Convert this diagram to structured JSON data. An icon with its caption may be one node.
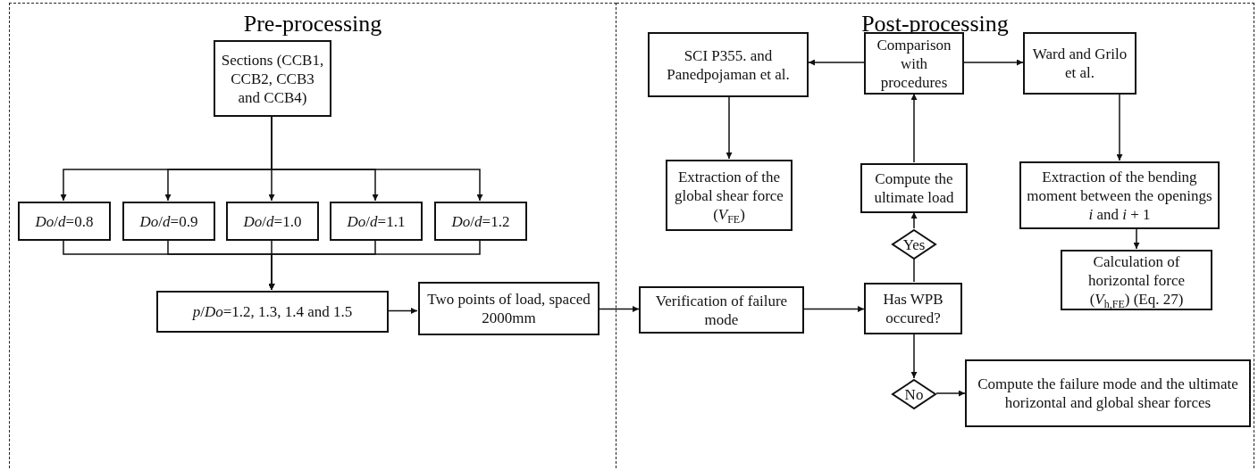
{
  "diagram": {
    "nodes": [
      {
        "text": [
          "Pre-processing"
        ]
      },
      {
        "text": [
          "Post-processing"
        ]
      },
      {
        "text": [
          "Sections (CCB1, CCB2, CCB3 and CCB4)"
        ],
        "in": 0
      },
      {
        "text": [
          "*Do*/*d*=0.8"
        ],
        "in": 0
      },
      {
        "text": [
          "*Do*/*d*=0.9"
        ],
        "in": 0
      },
      {
        "text": [
          "*Do*/*d*=1.0"
        ],
        "in": 0
      },
      {
        "text": [
          "*Do*/*d*=1.1"
        ],
        "in": 0
      },
      {
        "text": [
          "*Do*/*d*=1.2"
        ],
        "in": 0
      },
      {
        "text": [
          "*p*/*Do*=1.2, 1.3, 1.4 and 1.5"
        ],
        "in": 0
      },
      {
        "text": [
          "Two points of load, spaced 2000mm"
        ],
        "in": 0
      },
      {
        "text": [
          "Verification of failure mode"
        ],
        "in": 1
      },
      {
        "text": [
          "Has WPB occured?"
        ],
        "in": 1
      },
      {
        "text": [
          "Yes"
        ],
        "in": 1
      },
      {
        "text": [
          "No"
        ],
        "in": 1
      },
      {
        "text": [
          "Compute the ultimate load"
        ],
        "in": 1
      },
      {
        "text": [
          "Comparison with procedures"
        ],
        "in": 1
      },
      {
        "text": [
          "SCI P355. and Panedpojaman et al."
        ],
        "in": 1
      },
      {
        "text": [
          "Ward and Grilo et al."
        ],
        "in": 1
      },
      {
        "text": [
          "Extraction of the global shear force (*V*$_{FE}$)"
        ],
        "in": 1
      },
      {
        "text": [
          "Extraction of the bending moment between the openings *i* and *i* + 1"
        ],
        "in": 1
      },
      {
        "text": [
          "Calculation of horizontal force (*V*$_{h,FE}$) (Eq. 27)"
        ],
        "in": 1
      },
      {
        "text": [
          "Compute the failure mode and the ultimate horizontal and global shear forces"
        ],
        "in": 1
      }
    ],
    "edges": [
      {
        "from": 2,
        "to": 3,
        "arrow": "to"
      },
      {
        "from": 2,
        "to": 4,
        "arrow": "to"
      },
      {
        "from": 2,
        "to": 5,
        "arrow": "to"
      },
      {
        "from": 2,
        "to": 6,
        "arrow": "to"
      },
      {
        "from": 2,
        "to": 7,
        "arrow": "to"
      },
      {
        "from": 3,
        "to": 8,
        "arrow": "to"
      },
      {
        "from": 4,
        "to": 8,
        "arrow": "to"
      },
      {
        "from": 5,
        "to": 8,
        "arrow": "to"
      },
      {
        "from": 6,
        "to": 8,
        "arrow": "to"
      },
      {
        "from": 7,
        "to": 8,
        "arrow": "to"
      },
      {
        "from": 8,
        "to": 9,
        "arrow": "to"
      },
      {
        "from": 9,
        "to": 10,
        "arrow": "to"
      },
      {
        "from": 10,
        "to": 11,
        "arrow": "to"
      },
      {
        "from": 11,
        "to": 12,
        "arrow": "none"
      },
      {
        "from": 12,
        "to": 14,
        "arrow": "to"
      },
      {
        "from": 14,
        "to": 15,
        "arrow": "to"
      },
      {
        "from": 15,
        "to": 16,
        "arrow": "to"
      },
      {
        "from": 15,
        "to": 17,
        "arrow": "to"
      },
      {
        "from": 16,
        "to": 18,
        "arrow": "to"
      },
      {
        "from": 17,
        "to": 19,
        "arrow": "to"
      },
      {
        "from": 19,
        "to": 20,
        "arrow": "to"
      },
      {
        "from": 11,
        "to": 13,
        "arrow": "to"
      },
      {
        "from": 13,
        "to": 21,
        "arrow": "to"
      }
    ]
  }
}
